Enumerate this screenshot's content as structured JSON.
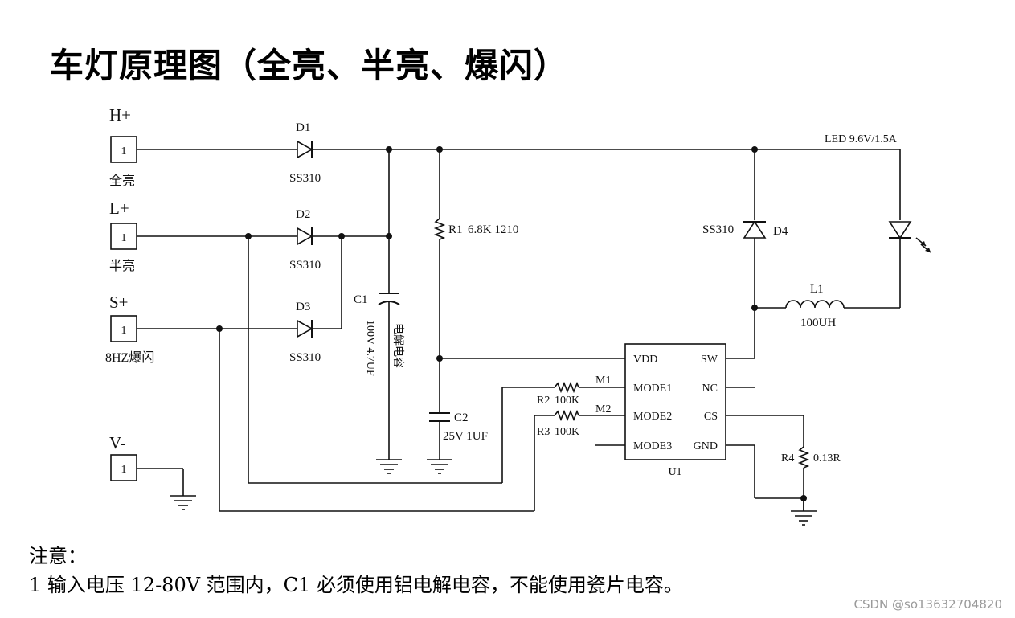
{
  "title": "车灯原理图（全亮、半亮、爆闪）",
  "connectors": [
    {
      "name": "H+",
      "pin": "1",
      "label": "全亮"
    },
    {
      "name": "L+",
      "pin": "1",
      "label": "半亮"
    },
    {
      "name": "S+",
      "pin": "1",
      "label": "8HZ爆闪"
    },
    {
      "name": "V-",
      "pin": "1",
      "label": ""
    }
  ],
  "diodes": [
    {
      "ref": "D1",
      "part": "SS310"
    },
    {
      "ref": "D2",
      "part": "SS310"
    },
    {
      "ref": "D3",
      "part": "SS310"
    },
    {
      "ref": "D4",
      "part": "SS310"
    }
  ],
  "r1": {
    "ref": "R1",
    "value": "6.8K 1210"
  },
  "c1": {
    "ref": "C1",
    "value": "100V 4.7UF",
    "note": "电解电容"
  },
  "c2": {
    "ref": "C2",
    "value": "25V 1UF"
  },
  "r2": {
    "ref": "R2",
    "value": "100K"
  },
  "r3": {
    "ref": "R3",
    "value": "100K"
  },
  "r4": {
    "ref": "R4",
    "value": "0.13R"
  },
  "m1": "M1",
  "m2": "M2",
  "l1": {
    "ref": "L1",
    "value": "100UH"
  },
  "led": {
    "label": "LED 9.6V/1.5A"
  },
  "u1": {
    "ref": "U1",
    "pins_left": [
      "VDD",
      "MODE1",
      "MODE2",
      "MODE3"
    ],
    "pins_right": [
      "SW",
      "NC",
      "CS",
      "GND"
    ]
  },
  "notes": {
    "heading": "注意：",
    "line1": "1 输入电压 12-80V 范围内，C1 必须使用铝电解电容，不能使用瓷片电容。"
  },
  "watermark": "CSDN @so13632704820"
}
